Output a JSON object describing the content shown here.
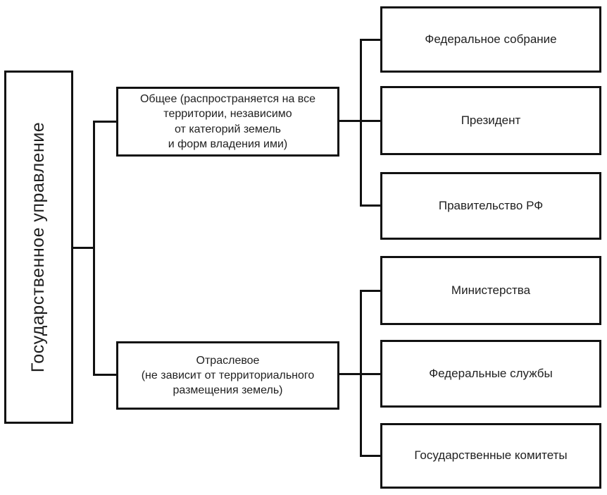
{
  "diagram": {
    "root": {
      "label": "Государственное управление"
    },
    "branches": [
      {
        "label": "Общее (распространяется на все\nтерритории, независимо\nот категорий земель\nи форм владения ими)",
        "children": [
          "Федеральное собрание",
          "Президент",
          "Правительство РФ"
        ]
      },
      {
        "label": "Отраслевое\n(не зависит от территориального\nразмещения земель)",
        "children": [
          "Министерства",
          "Федеральные службы",
          "Государственные комитеты"
        ]
      }
    ],
    "colors": {
      "border": "#111111",
      "background": "#ffffff",
      "text": "#1f1f1f"
    }
  }
}
